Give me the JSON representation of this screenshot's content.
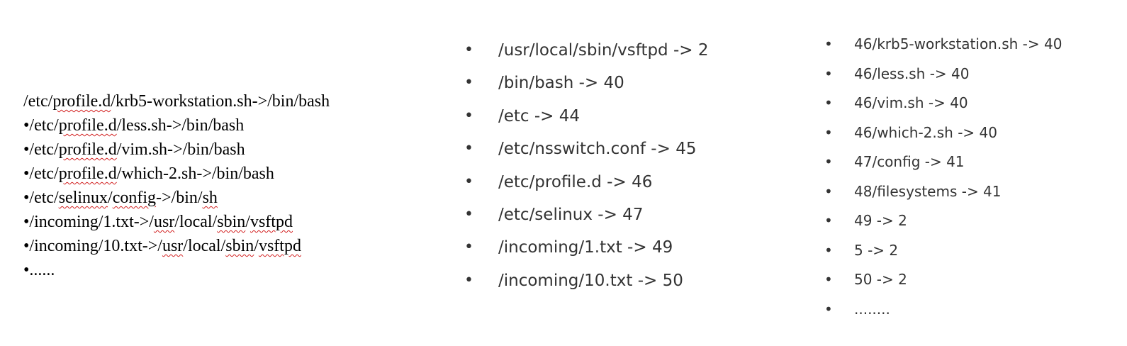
{
  "left_column": {
    "lines": [
      {
        "pre": "/etc/",
        "sq": "profile.d",
        "post": "/krb5-workstation.sh->/bin/bash"
      },
      {
        "pre": "•/etc/",
        "sq": "profile.d",
        "post": "/less.sh->/bin/bash"
      },
      {
        "pre": "•/etc/",
        "sq": "profile.d",
        "post": "/vim.sh->/bin/bash"
      },
      {
        "pre": "•/etc/",
        "sq": "profile.d",
        "post": "/which-2.sh->/bin/bash"
      },
      {
        "line5_a": "•/etc/",
        "line5_sq1": "selinux",
        "line5_b": "/",
        "line5_sq2": "config",
        "line5_c": "->/bin/",
        "line5_sq3": "sh"
      },
      {
        "pre": "•/incoming/1.txt->/",
        "sq1": "usr",
        "mid1": "/local/",
        "sq2": "sbin",
        "mid2": "/",
        "sq3": "vsftpd"
      },
      {
        "pre": "•/incoming/10.txt->/",
        "sq1": "usr",
        "mid1": "/local/",
        "sq2": "sbin",
        "mid2": "/",
        "sq3": "vsftpd"
      },
      {
        "text": "•......"
      }
    ]
  },
  "middle_column": {
    "bullet": "•",
    "items": [
      "/usr/local/sbin/vsftpd -> 2",
      "/bin/bash -> 40",
      "/etc -> 44",
      "/etc/nsswitch.conf -> 45",
      "/etc/profile.d -> 46",
      "/etc/selinux -> 47",
      "/incoming/1.txt -> 49",
      "/incoming/10.txt -> 50"
    ]
  },
  "right_column": {
    "bullet": "•",
    "items": [
      "46/krb5-workstation.sh -> 40",
      "46/less.sh -> 40",
      "46/vim.sh -> 40",
      "46/which-2.sh -> 40",
      "47/config -> 41",
      "48/filesystems -> 41",
      "49 -> 2",
      "5 -> 2",
      "50 -> 2",
      "........"
    ]
  },
  "colors": {
    "text_left": "#000000",
    "text_lists": "#333333",
    "spellcheck_underline": "#d21f1f"
  }
}
